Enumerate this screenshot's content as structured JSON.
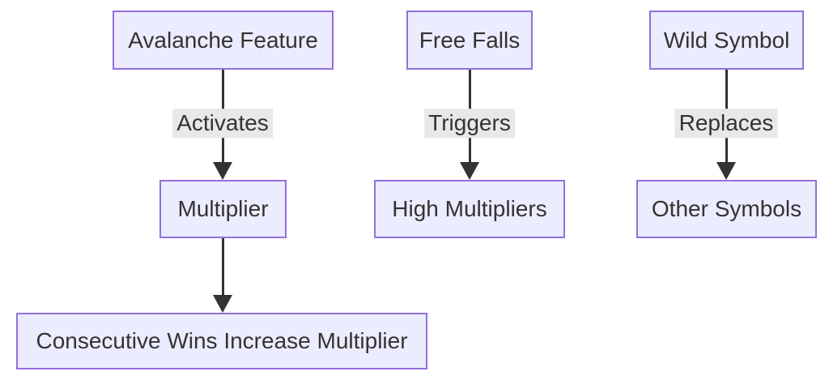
{
  "diagram": {
    "type": "flowchart",
    "direction": "top-down",
    "nodes": [
      {
        "id": "avalanche",
        "label": "Avalanche Feature"
      },
      {
        "id": "multiplier",
        "label": "Multiplier"
      },
      {
        "id": "consecutive",
        "label": "Consecutive Wins Increase Multiplier"
      },
      {
        "id": "freefalls",
        "label": "Free Falls"
      },
      {
        "id": "highmult",
        "label": "High Multipliers"
      },
      {
        "id": "wild",
        "label": "Wild Symbol"
      },
      {
        "id": "other",
        "label": "Other Symbols"
      }
    ],
    "edges": [
      {
        "from": "Avalanche Feature",
        "to": "Multiplier",
        "label": "Activates"
      },
      {
        "from": "Multiplier",
        "to": "Consecutive Wins Increase Multiplier",
        "label": ""
      },
      {
        "from": "Free Falls",
        "to": "High Multipliers",
        "label": "Triggers"
      },
      {
        "from": "Wild Symbol",
        "to": "Other Symbols",
        "label": "Replaces"
      }
    ],
    "colors": {
      "node_fill": "#ECECFF",
      "node_border": "#9370DB",
      "node_text": "#333333",
      "arrow": "#333333",
      "edge_label_bg": "#e8e8e8",
      "background": "#ffffff"
    }
  }
}
